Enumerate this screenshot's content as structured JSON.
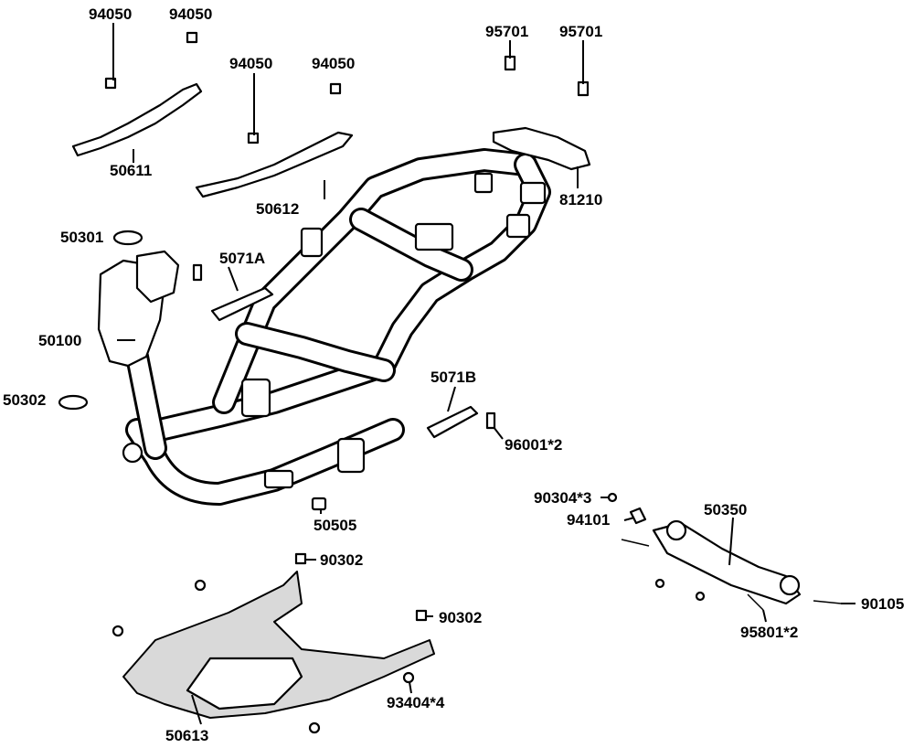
{
  "diagram": {
    "labels": {
      "l_94050_a": "94050",
      "l_94050_b": "94050",
      "l_94050_c": "94050",
      "l_94050_d": "94050",
      "l_95701_a": "95701",
      "l_95701_b": "95701",
      "l_50611": "50611",
      "l_50612": "50612",
      "l_81210": "81210",
      "l_50301": "50301",
      "l_5071A": "5071A",
      "l_50100": "50100",
      "l_50302": "50302",
      "l_5071B": "5071B",
      "l_96001": "96001*2",
      "l_50505": "50505",
      "l_90304": "90304*3",
      "l_94101": "94101",
      "l_50350": "50350",
      "l_90302_a": "90302",
      "l_90302_b": "90302",
      "l_90105": "90105",
      "l_95801": "95801*2",
      "l_93404": "93404*4",
      "l_50613": "50613"
    }
  }
}
